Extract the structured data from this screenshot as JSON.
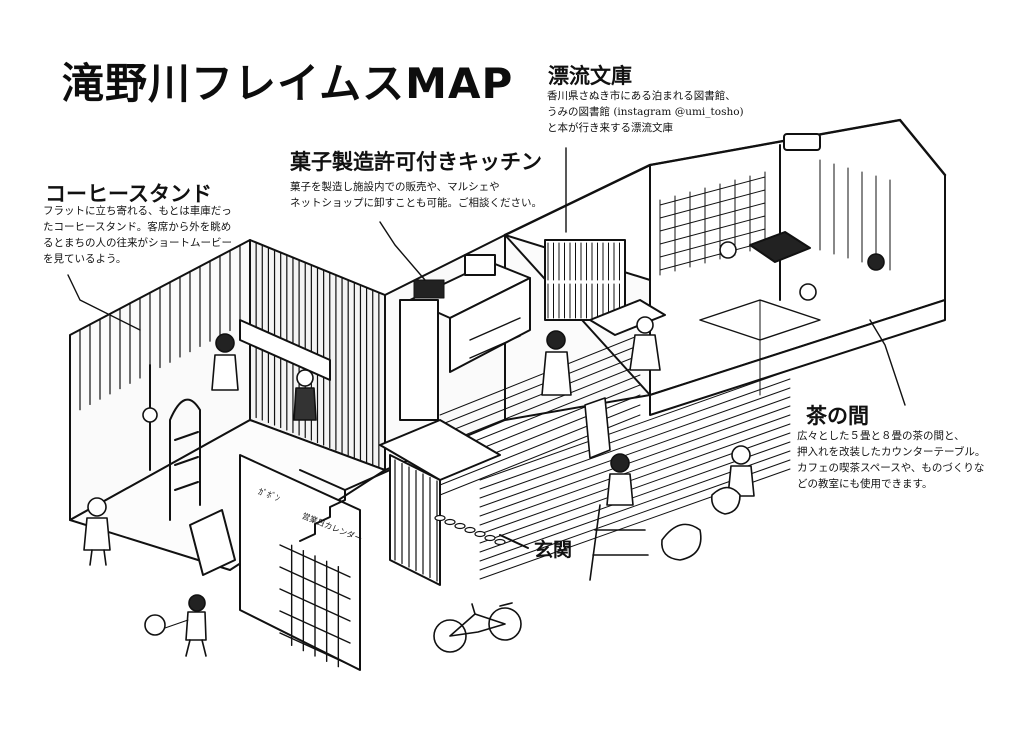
{
  "map": {
    "title": "滝野川フレイムスMAP"
  },
  "areas": {
    "coffee_stand": {
      "name": "コーヒースタンド",
      "lines": [
        "フラットに立ち寄れる、もとは車庫だっ",
        "たコーヒースタンド。客席から外を眺め",
        "るとまちの人の往来がショートムービー",
        "を見ているよう。"
      ]
    },
    "kitchen": {
      "name": "菓子製造許可付きキッチン",
      "lines": [
        "菓子を製造し施設内での販売や、マルシェや",
        "ネットショップに卸すことも可能。ご相談ください。"
      ]
    },
    "library": {
      "name": "漂流文庫",
      "lines": [
        "香川県さぬき市にある泊まれる図書館、",
        "うみの図書館 (instagram @umi_tosho)",
        "と本が行き来する漂流文庫"
      ]
    },
    "tea_room": {
      "name": "茶の間",
      "lines": [
        "広々とした５畳と８畳の茶の間と、",
        "押入れを改装したカウンターテーブル。",
        "カフェの喫茶スペースや、ものづくりな",
        "どの教室にも使用できます。"
      ]
    },
    "entrance": {
      "name": "玄関"
    }
  },
  "drawn_signs": {
    "sign_1": "ｶﾞﾎﾞﾝ",
    "sign_2": "営業日カレンダー"
  },
  "colors": {
    "ink": "#111111",
    "paper": "#ffffff"
  }
}
